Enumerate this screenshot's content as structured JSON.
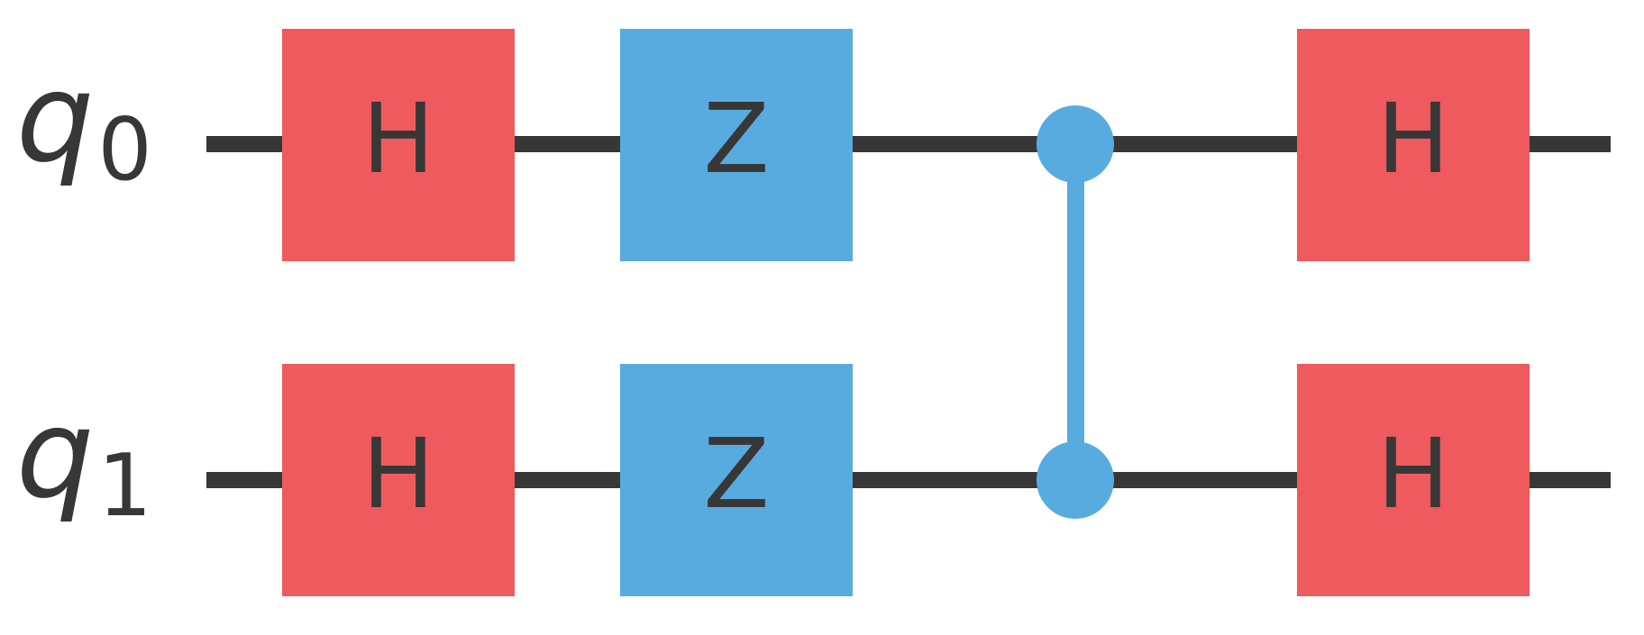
{
  "colors": {
    "background": "#ffffff",
    "wire": "#373737",
    "gate_text": "#373737",
    "gate_red": "#EF5A5E",
    "gate_blue": "#58ABDE"
  },
  "diagram_type": "quantum-circuit",
  "qubits": [
    {
      "base": "q",
      "subscript": "0"
    },
    {
      "base": "q",
      "subscript": "1"
    }
  ],
  "gates": [
    {
      "label": "H",
      "type": "hadamard",
      "qubit": 0,
      "column": 1
    },
    {
      "label": "Z",
      "type": "pauli-z",
      "qubit": 0,
      "column": 2
    },
    {
      "label": "H",
      "type": "hadamard",
      "qubit": 0,
      "column": 4
    },
    {
      "label": "H",
      "type": "hadamard",
      "qubit": 1,
      "column": 1
    },
    {
      "label": "Z",
      "type": "pauli-z",
      "qubit": 1,
      "column": 2
    },
    {
      "label": "H",
      "type": "hadamard",
      "qubit": 1,
      "column": 4
    }
  ],
  "two_qubit_gates": [
    {
      "type": "cz",
      "column": 3,
      "qubits": [
        0,
        1
      ]
    }
  ]
}
